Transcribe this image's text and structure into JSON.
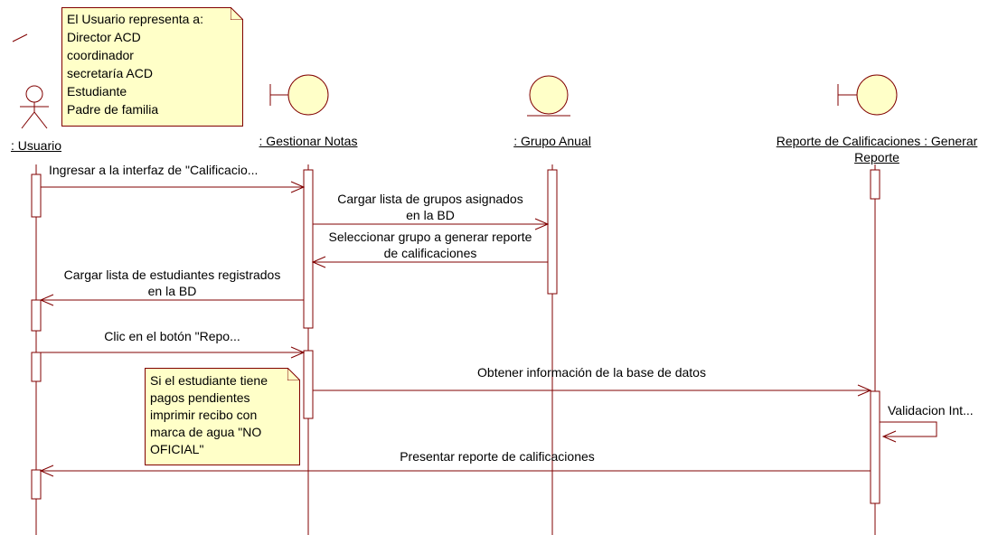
{
  "note_top": {
    "lines": [
      "El Usuario representa a:",
      "Director ACD",
      "coordinador",
      "secretaría ACD",
      "Estudiante",
      "Padre de familia"
    ]
  },
  "note_bottom": {
    "lines": [
      "Si el estudiante tiene",
      "pagos pendientes",
      "imprimir recibo con",
      "marca de agua \"NO",
      "OFICIAL\""
    ]
  },
  "participants": {
    "usuario": ": Usuario",
    "gestionar": ": Gestionar Notas",
    "grupo": ": Grupo Anual",
    "reporte_line1": "Reporte de Calificaciones : Generar",
    "reporte_line2": "Reporte"
  },
  "messages": {
    "m1": "Ingresar a la interfaz de \"Calificacio...",
    "m2_line1": "Cargar lista de grupos asignados",
    "m2_line2": "en la BD",
    "m3_line1": "Seleccionar grupo a generar reporte",
    "m3_line2": "de calificaciones",
    "m4_line1": "Cargar lista de estudiantes registrados",
    "m4_line2": "en la BD",
    "m5": "Clic en el botón \"Repo...",
    "m6": "Obtener información de la base de datos",
    "m7": "Validacion Int...",
    "m8": "Presentar reporte de calificaciones"
  },
  "colors": {
    "line": "#800000",
    "symbol_fill": "#ffffc8",
    "note_fill": "#ffffc8"
  }
}
